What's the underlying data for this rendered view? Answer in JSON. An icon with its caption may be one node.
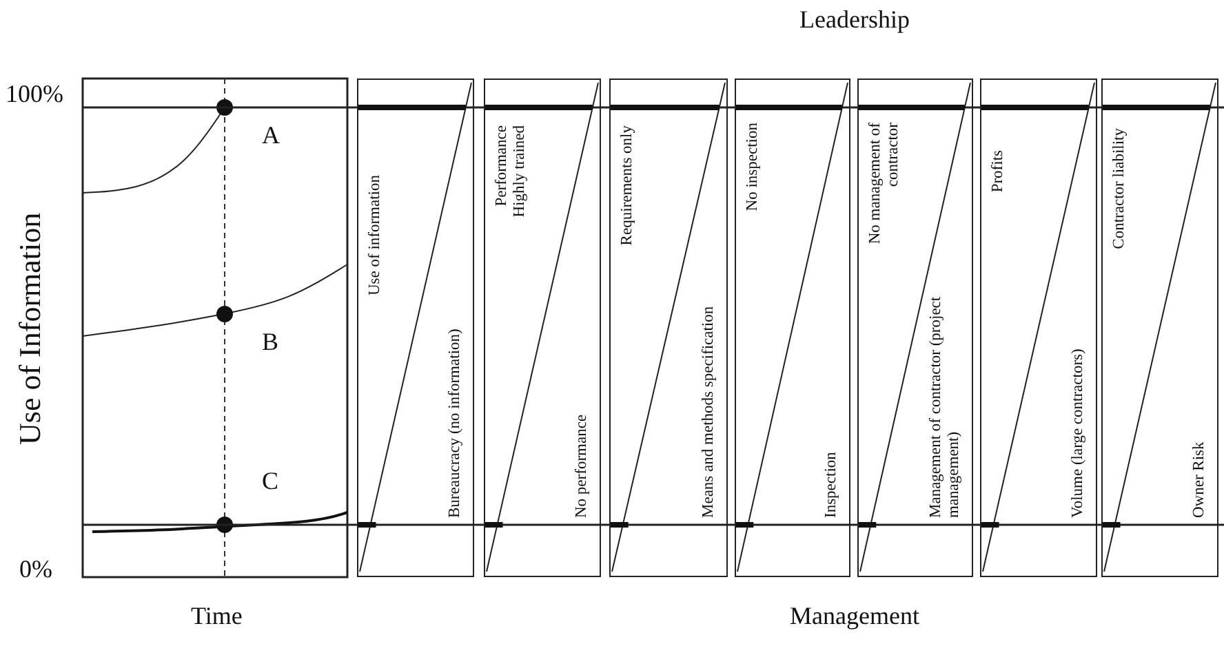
{
  "diagram": {
    "nodes": [
      {
        "text": [
          "Use of information",
          "Bureaucracy (no information)"
        ]
      },
      {
        "text": [
          "Performance Highly trained",
          "No performance"
        ]
      },
      {
        "text": [
          "Requirements only",
          "Means and methods specification"
        ]
      },
      {
        "text": [
          "No inspection",
          "Inspection"
        ]
      },
      {
        "text": [
          "No management of contractor",
          "Management of contractor (project management)"
        ]
      },
      {
        "text": [
          "Profits",
          "Volume (large contractors)"
        ]
      },
      {
        "text": [
          "Contractor liability",
          "Owner Risk"
        ]
      }
    ],
    "labels": [
      "Leadership",
      "100%",
      "A",
      "B",
      "C",
      "Use of Information",
      "0%",
      "Time",
      "Management"
    ]
  }
}
